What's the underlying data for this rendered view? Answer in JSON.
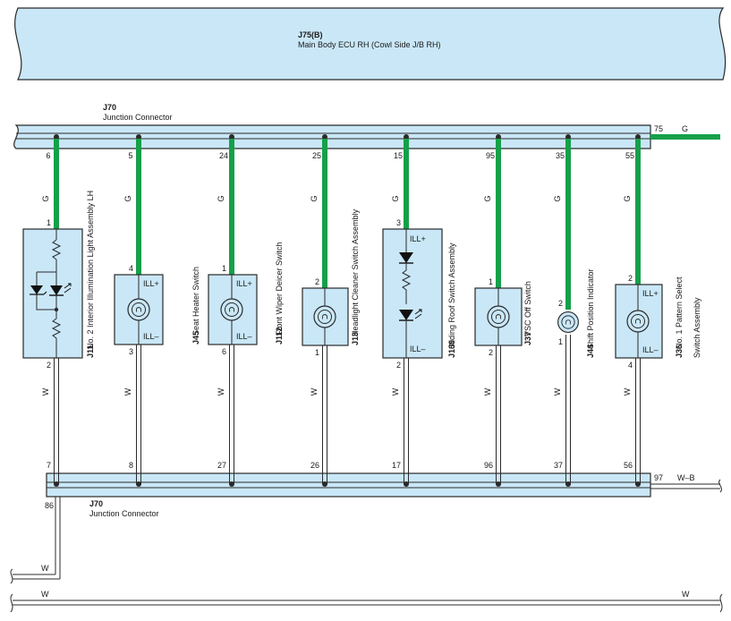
{
  "ecu": {
    "code": "J75(B)",
    "name": "Main Body ECU RH (Cowl Side J/B RH)"
  },
  "top_connector": {
    "code": "J70",
    "name": "Junction Connector",
    "out_pin": "75",
    "out_wire": "G"
  },
  "bottom_connector": {
    "code": "J70",
    "name": "Junction Connector",
    "out_pin": "97",
    "out_wire": "W–B",
    "left_pin": "86"
  },
  "bottom_wires": {
    "left": "W",
    "bus_left": "W",
    "bus_right": "W"
  },
  "components": [
    {
      "code": "J11",
      "name": "No. 2 Interior Illumination Light Assembly LH",
      "name2": "",
      "top_jc_pin": "6",
      "wire_top": "G",
      "pin_top": "1",
      "pin_bottom": "2",
      "wire_bottom": "W",
      "bottom_jc_pin": "7"
    },
    {
      "code": "J45",
      "name": "Seat Heater Switch",
      "name2": "",
      "top_jc_pin": "5",
      "wire_top": "G",
      "pin_top": "4",
      "pin_bottom": "3",
      "wire_bottom": "W",
      "bottom_jc_pin": "8",
      "ill_plus": "ILL+",
      "ill_minus": "ILL–"
    },
    {
      "code": "J112",
      "name": "Front Wiper Deicer Switch",
      "name2": "",
      "top_jc_pin": "24",
      "wire_top": "G",
      "pin_top": "1",
      "pin_bottom": "6",
      "wire_bottom": "W",
      "bottom_jc_pin": "27",
      "ill_plus": "ILL+",
      "ill_minus": "ILL–"
    },
    {
      "code": "J13",
      "name": "Headlight Cleaner Switch Assembly",
      "name2": "",
      "top_jc_pin": "25",
      "wire_top": "G",
      "pin_top": "2",
      "pin_bottom": "1",
      "wire_bottom": "W",
      "bottom_jc_pin": "26"
    },
    {
      "code": "J109",
      "name": "Sliding Roof Switch Assembly",
      "name2": "",
      "top_jc_pin": "15",
      "wire_top": "G",
      "pin_top": "3",
      "pin_bottom": "2",
      "wire_bottom": "W",
      "bottom_jc_pin": "17",
      "ill_plus": "ILL+",
      "ill_minus": "ILL–"
    },
    {
      "code": "J37",
      "name": "VSC Off Switch",
      "name2": "",
      "top_jc_pin": "95",
      "wire_top": "G",
      "pin_top": "1",
      "pin_bottom": "2",
      "wire_bottom": "W",
      "bottom_jc_pin": "96"
    },
    {
      "code": "J44",
      "name": "Shift Position Indicator",
      "name2": "",
      "top_jc_pin": "35",
      "wire_top": "G",
      "pin_top": "2",
      "pin_bottom": "1",
      "wire_bottom": "W",
      "bottom_jc_pin": "37"
    },
    {
      "code": "J36",
      "name": "No. 1 Pattern Select",
      "name2": "Switch Assembly",
      "top_jc_pin": "55",
      "wire_top": "G",
      "pin_top": "2",
      "pin_bottom": "4",
      "wire_bottom": "W",
      "bottom_jc_pin": "56",
      "ill_plus": "ILL+",
      "ill_minus": "ILL–"
    }
  ],
  "colors": {
    "box_fill": "#c9e7f7",
    "wire_green": "#16a04a",
    "line": "#2a2a2a"
  }
}
